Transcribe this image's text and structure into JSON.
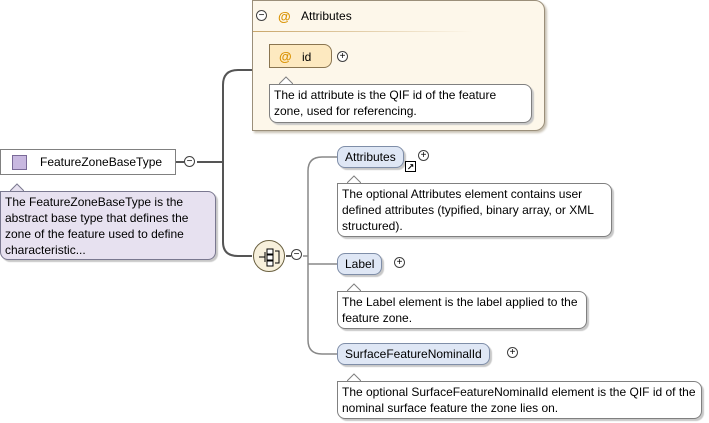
{
  "root": {
    "name": "FeatureZoneBaseType",
    "note": "The FeatureZoneBaseType is the abstract base type that defines the zone of the feature used to define characteristic..."
  },
  "attributes_group": {
    "title": "Attributes",
    "items": [
      {
        "name": "id",
        "note": "The id attribute is the QIF id of the feature zone, used for referencing."
      }
    ]
  },
  "sequence": {
    "elements": [
      {
        "name": "Attributes",
        "note": "The optional Attributes element contains user defined attributes (typified, binary array, or XML structured)."
      },
      {
        "name": "Label",
        "note": "The Label element is the label applied to the feature zone."
      },
      {
        "name": "SurfaceFeatureNominalId",
        "note": "The optional SurfaceFeatureNominalId element is the QIF id of the nominal surface feature the zone lies on."
      }
    ]
  },
  "icons": {
    "attribute": "at-sign-icon",
    "expand": "plus-icon",
    "collapse": "minus-icon",
    "sequence": "sequence-compositor-icon",
    "reference": "reference-arrow-icon",
    "type": "complex-type-icon"
  },
  "colors": {
    "attribute_fill": "#fde9c0",
    "attribute_group_fill": "#fdf7ea",
    "element_fill": "#dfe7f5",
    "root_note_fill": "#e7e1f0",
    "type_icon_fill": "#c8b8e0"
  }
}
